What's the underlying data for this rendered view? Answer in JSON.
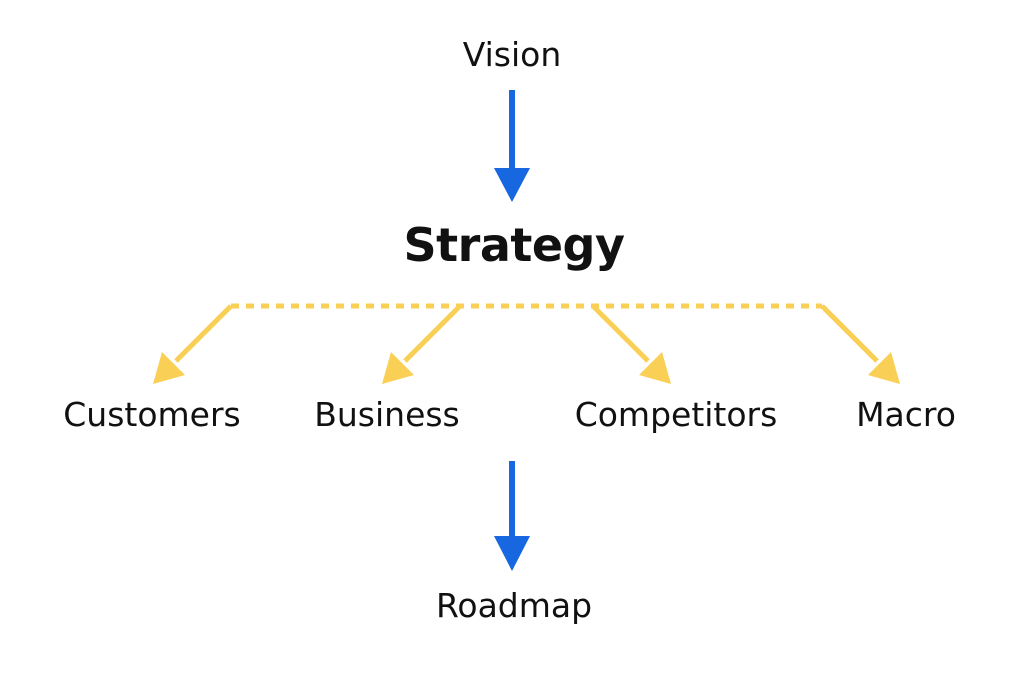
{
  "nodes": {
    "vision": "Vision",
    "strategy": "Strategy",
    "customers": "Customers",
    "business": "Business",
    "competitors": "Competitors",
    "macro": "Macro",
    "roadmap": "Roadmap"
  },
  "colors": {
    "primary_arrow": "#1667e0",
    "secondary_arrow": "#f9cf55",
    "text": "#111111",
    "background": "#ffffff"
  }
}
